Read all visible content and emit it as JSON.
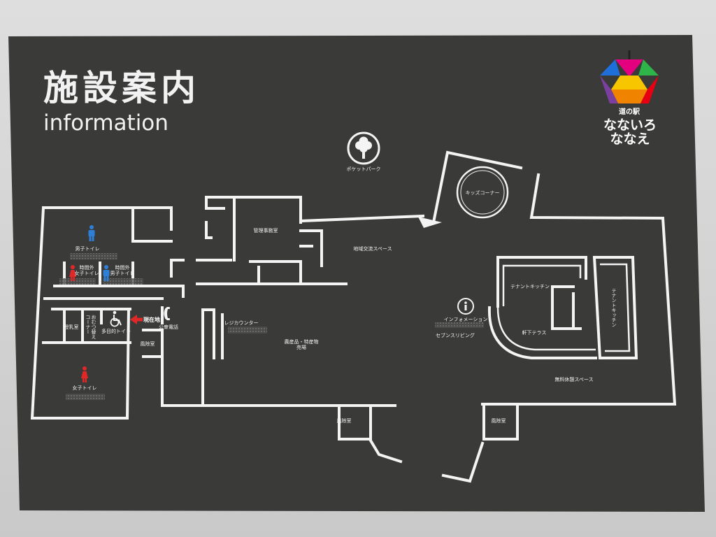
{
  "header": {
    "title": "施設案内",
    "subtitle": "information"
  },
  "logo": {
    "prefix": "道の駅",
    "name_line1": "なないろ",
    "name_line2": "ななえ",
    "colors": [
      "#1e6fd9",
      "#e4007f",
      "#2fb44a",
      "#f7c600",
      "#f08300",
      "#7b3fa0",
      "#e60012"
    ]
  },
  "map": {
    "pocket_park": "ポケットパーク",
    "kids_corner": "キッズコーナー",
    "management_office": "管理事務室",
    "community_space": "地域交流スペース",
    "mens_toilet": "男子トイレ",
    "after_hours_womens_toilet": {
      "line1": "時間外",
      "line2": "女子トイレ"
    },
    "after_hours_mens_toilet": {
      "line1": "時間外",
      "line2": "男子トイレ"
    },
    "nursing_room": "授乳室",
    "diaper_corner": {
      "line1": "おむつ替え",
      "line2": "コーナー"
    },
    "accessible_toilet": "多目的トイレ",
    "current_location": "現在地",
    "public_phone": "公衆電話",
    "vestibule_west": "風除室",
    "register_counter": "レジカウンター",
    "produce_market": {
      "line1": "農産品・特産物",
      "line2": "売場"
    },
    "information": "インフォメーション",
    "seven_s_living": "セブンスリビング",
    "tenant_kitchen_1": "テナントキッチン",
    "tenant_kitchen_2": "テナントキッチン",
    "terrace": "軒下テラス",
    "free_rest_space": "無料休憩スペース",
    "womens_toilet": "女子トイレ",
    "vestibule_south_1": "風除室",
    "vestibule_south_2": "風除室"
  },
  "icons": {
    "pocket_park": "tree-icon",
    "information": "info-icon",
    "mens_toilet": "male-icon",
    "womens_toilet": "female-icon",
    "accessible_toilet": "wheelchair-icon",
    "public_phone": "phone-icon",
    "current_location": "arrow-left-icon"
  },
  "colors": {
    "wall_background": "#d6d6d6",
    "board": "#3a3a39",
    "lines": "#f4f4f4",
    "male": "#2d7fd8",
    "female": "#e02828",
    "current_location": "#e02828"
  }
}
